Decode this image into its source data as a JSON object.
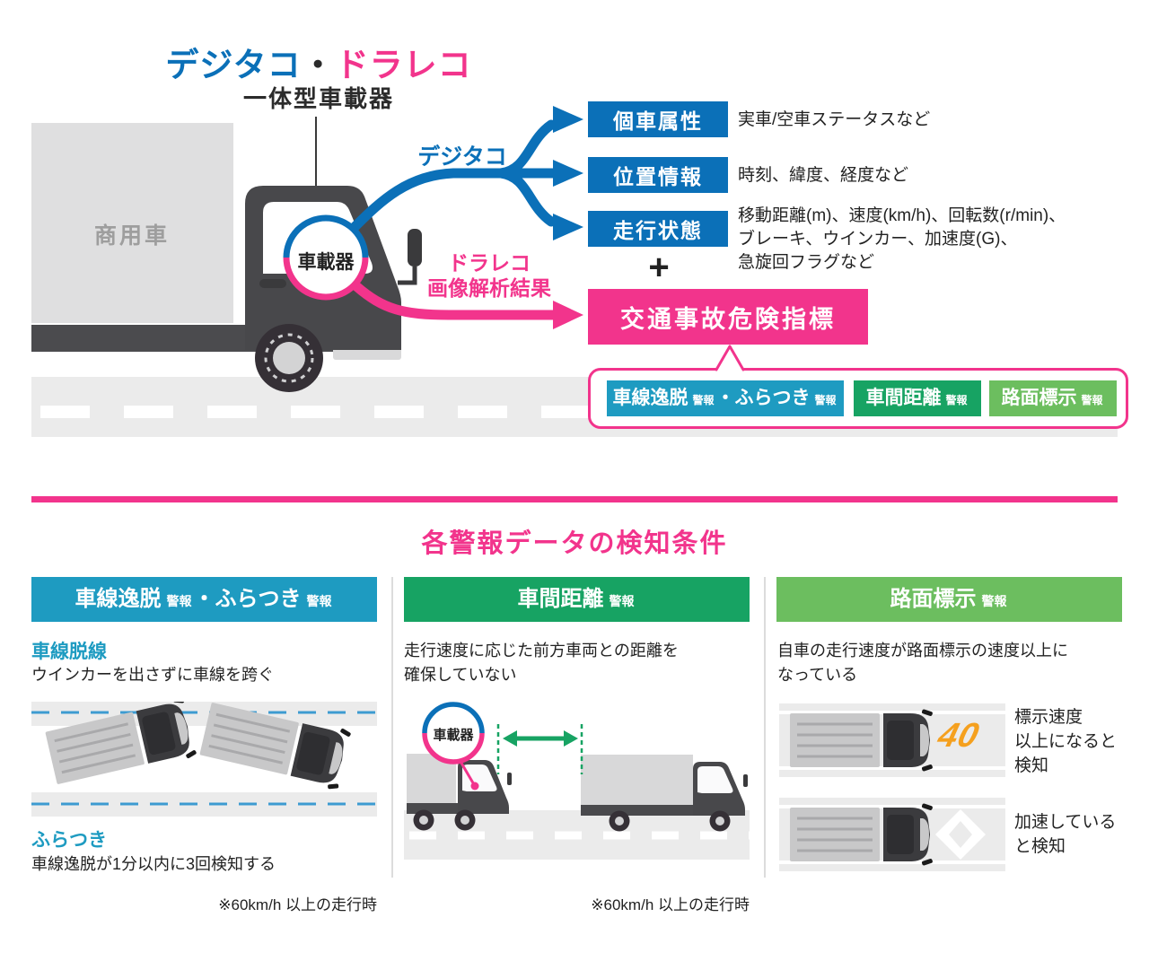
{
  "colors": {
    "blue": "#0B70B8",
    "pink": "#F2348C",
    "teal": "#1E9BC1",
    "green": "#17A363",
    "light_green": "#6CBE5F",
    "orange": "#F5A01E"
  },
  "header": {
    "title_digitaco": "デジタコ",
    "title_dot": "・",
    "title_dorareco": "ドラレコ",
    "subtitle": "一体型車載器"
  },
  "truck": {
    "body_label": "商用車",
    "device_label": "車載器"
  },
  "flows": {
    "digitaco": "デジタコ",
    "dorareco": "ドラレコ\n画像解析結果",
    "plus": "+"
  },
  "data_rows": [
    {
      "label": "個車属性",
      "desc": "実車/空車ステータスなど"
    },
    {
      "label": "位置情報",
      "desc": "時刻、緯度、経度など"
    },
    {
      "label": "走行状態",
      "desc": "移動距離(m)、速度(km/h)、回転数(r/min)、\nブレーキ、ウインカー、加速度(G)、\n急旋回フラグなど"
    }
  ],
  "risk_index": "交通事故危険指標",
  "alert_badges": {
    "lane": {
      "main1": "車線逸脱",
      "tag1": "警報",
      "sep": "・",
      "main2": "ふらつき",
      "tag2": "警報"
    },
    "distance": {
      "main": "車間距離",
      "tag": "警報"
    },
    "marking": {
      "main": "路面標示",
      "tag": "警報"
    }
  },
  "section2": {
    "title": "各警報データの検知条件",
    "col1": {
      "header": {
        "main1": "車線逸脱",
        "tag1": "警報",
        "sep": "・",
        "main2": "ふらつき",
        "tag2": "警報"
      },
      "item1_title": "車線脱線",
      "item1_desc": "ウインカーを出さずに車線を跨ぐ",
      "item2_title": "ふらつき",
      "item2_desc": "車線逸脱が1分以内に3回検知する",
      "footnote": "※60km/h 以上の走行時"
    },
    "col2": {
      "header": {
        "main": "車間距離",
        "tag": "警報"
      },
      "desc": "走行速度に応じた前方車両との距離を\n確保していない",
      "device_label": "車載器",
      "footnote": "※60km/h 以上の走行時"
    },
    "col3": {
      "header": {
        "main": "路面標示",
        "tag": "警報"
      },
      "desc": "自車の走行速度が路面標示の速度以上に\nなっている",
      "marking_speed": "40",
      "caption1": "標示速度\n以上になると\n検知",
      "caption2": "加速している\nと検知"
    }
  }
}
